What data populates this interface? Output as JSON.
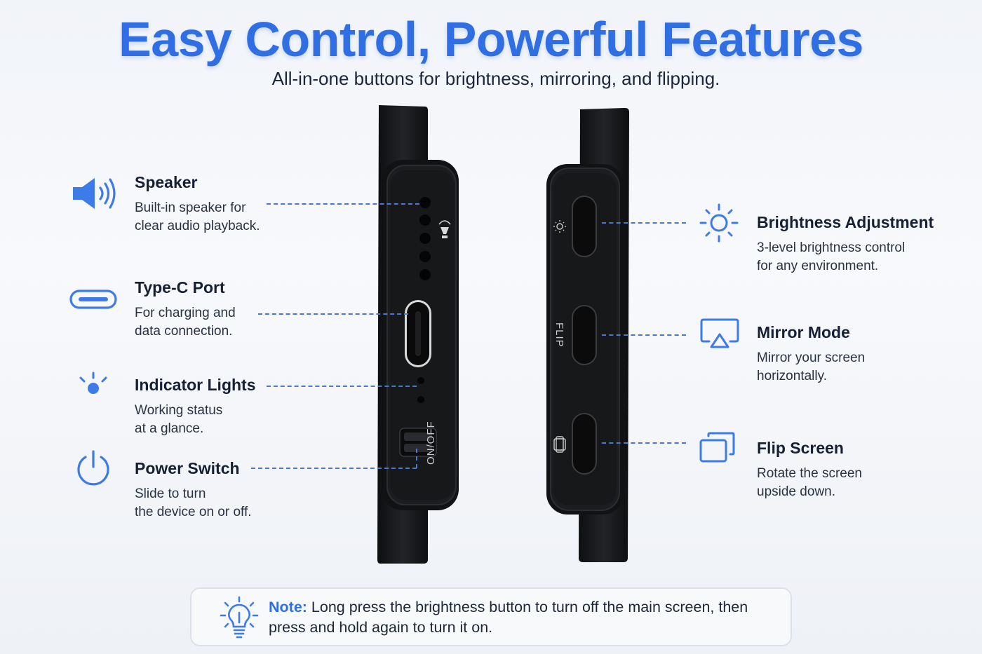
{
  "header": {
    "title": "Easy Control, Powerful Features",
    "subtitle": "All-in-one buttons for brightness, mirroring, and flipping."
  },
  "features_left": [
    {
      "title": "Speaker",
      "desc": "Built-in speaker for\nclear audio playback.",
      "icon": "speaker-icon"
    },
    {
      "title": "Type-C Port",
      "desc": "For charging and\ndata connection.",
      "icon": "usb-c-icon"
    },
    {
      "title": "Indicator Lights",
      "desc": "Working status\nat a glance.",
      "icon": "indicator-light-icon"
    },
    {
      "title": "Power Switch",
      "desc": "Slide to turn\nthe device on or off.",
      "icon": "power-icon"
    }
  ],
  "features_right": [
    {
      "title": "Brightness Adjustment",
      "desc": "3-level brightness control\nfor any environment.",
      "icon": "sun-icon"
    },
    {
      "title": "Mirror Mode",
      "desc": "Mirror your screen\nhorizontally.",
      "icon": "mirror-icon"
    },
    {
      "title": "Flip Screen",
      "desc": "Rotate the screen\nupside down.",
      "icon": "flip-icon"
    }
  ],
  "device_labels": {
    "on_off": "ON/OFF",
    "flip": "FLIP"
  },
  "note": {
    "label": "Note:",
    "text": " Long press the brightness button to turn off the main screen, then press and hold again to turn it on.",
    "icon": "lightbulb-icon"
  },
  "colors": {
    "accent": "#2f6fe3",
    "text": "#1b2230",
    "device": "#1a1b1d"
  }
}
